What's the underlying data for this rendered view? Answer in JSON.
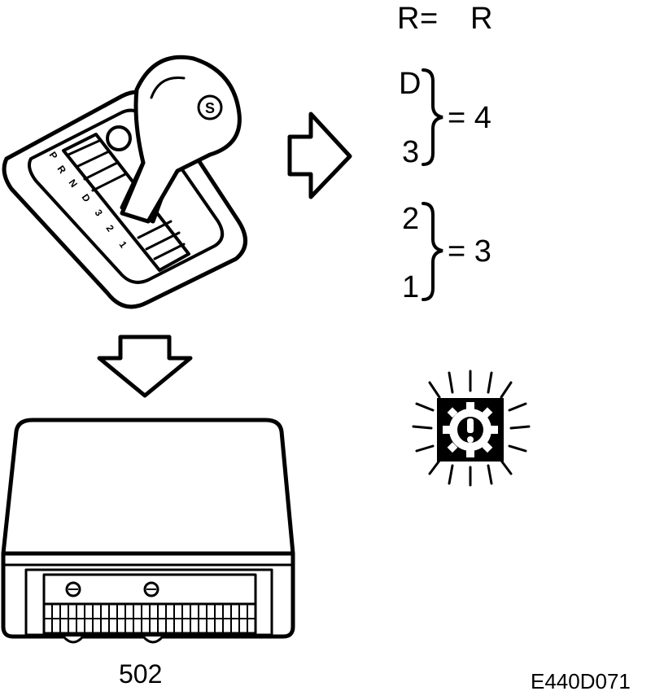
{
  "mapping": {
    "r_left": "R",
    "r_eq": "=",
    "r_right": "R",
    "group1": {
      "top": "D",
      "bottom": "3",
      "eq": "= 4"
    },
    "group2": {
      "top": "2",
      "bottom": "1",
      "eq": "= 3"
    }
  },
  "shifter": {
    "button_letter": "S",
    "gate_positions": [
      "P",
      "R",
      "N",
      "D",
      "3",
      "2",
      "1"
    ]
  },
  "control_unit": {
    "label": "502"
  },
  "figure_code": "E440D071",
  "warning_icon": "gearbox-warning-icon"
}
